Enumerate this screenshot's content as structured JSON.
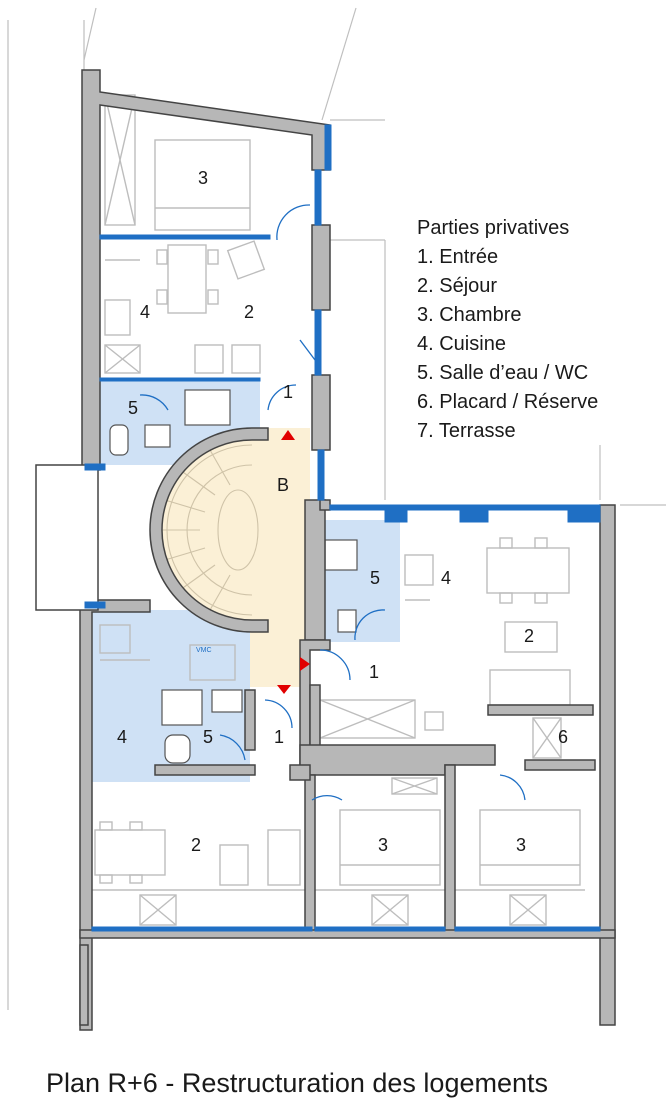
{
  "legend": {
    "title": "Parties privatives",
    "items": [
      "1. Entrée",
      "2. Séjour",
      "3. Chambre",
      "4. Cuisine",
      "5. Salle d’eau / WC",
      "6. Placard / Réserve",
      "7. Terrasse"
    ]
  },
  "rooms": {
    "top_chambre": "3",
    "top_sejour": "2",
    "top_cuisine": "4",
    "top_sde": "5",
    "top_entree": "1",
    "stair": "B",
    "right_sde": "5",
    "right_cuisine": "4",
    "right_sejour": "2",
    "right_entree": "1",
    "right_placard": "6",
    "left_cuisine": "4",
    "left_sde": "5",
    "left_entree": "1",
    "bottom_sejour": "2",
    "bottom_chambre_1": "3",
    "bottom_chambre_2": "3"
  },
  "vmc_label": "VMC",
  "caption": "Plan R+6 - Restructuration des logements",
  "colors": {
    "wall": "#555555",
    "wall_fill": "#b7b7b7",
    "window": "#1f6fc4",
    "wet_room": "#cfe1f5",
    "stair": "#fbf0d6",
    "arrow": "#e10000",
    "furniture": "#bdbdbd"
  }
}
